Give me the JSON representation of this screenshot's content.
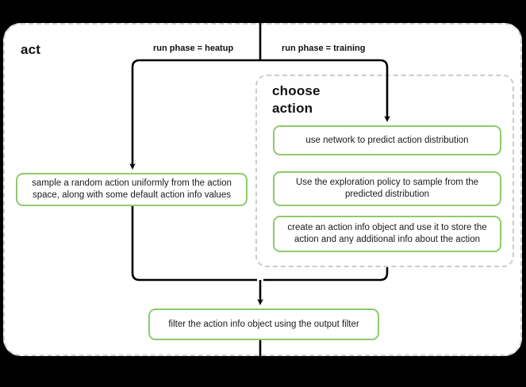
{
  "diagram": {
    "type": "flowchart",
    "title": "act",
    "background_color": "#000000",
    "card_color": "#ffffff",
    "node_border_color": "#8ecb6e",
    "group_border_color": "#cccccc",
    "edge_color": "#000000",
    "outer_cluster": {
      "label": "act",
      "border_style": "dashed"
    },
    "inner_cluster": {
      "label": "choose\naction",
      "label_line_1": "choose",
      "label_line_2": "action",
      "border_style": "dashed"
    },
    "edge_labels": [
      {
        "id": "heatup",
        "text": "run phase = heatup"
      },
      {
        "id": "training",
        "text": "run phase = training"
      }
    ],
    "nodes": [
      {
        "id": "sample-random",
        "text": "sample a random action uniformly from the action space, along with some default action info values",
        "cluster": "act"
      },
      {
        "id": "use-network",
        "text": "use network to predict action distribution",
        "cluster": "choose action"
      },
      {
        "id": "exploration-policy",
        "text": "Use the exploration policy to sample from the predicted distribution",
        "cluster": "choose action"
      },
      {
        "id": "create-action-info",
        "text": "create an action info object and use it to store the action and any additional info about the action",
        "cluster": "choose action"
      },
      {
        "id": "filter-output",
        "text": "filter the action info object using the output filter",
        "cluster": "act"
      }
    ],
    "edges": [
      {
        "from": "entry",
        "to": "sample-random",
        "label": "run phase = heatup"
      },
      {
        "from": "entry",
        "to": "use-network",
        "label": "run phase = training"
      },
      {
        "from": "sample-random",
        "to": "filter-output",
        "label": ""
      },
      {
        "from": "choose action",
        "to": "filter-output",
        "label": ""
      },
      {
        "from": "filter-output",
        "to": "exit",
        "label": ""
      }
    ]
  }
}
